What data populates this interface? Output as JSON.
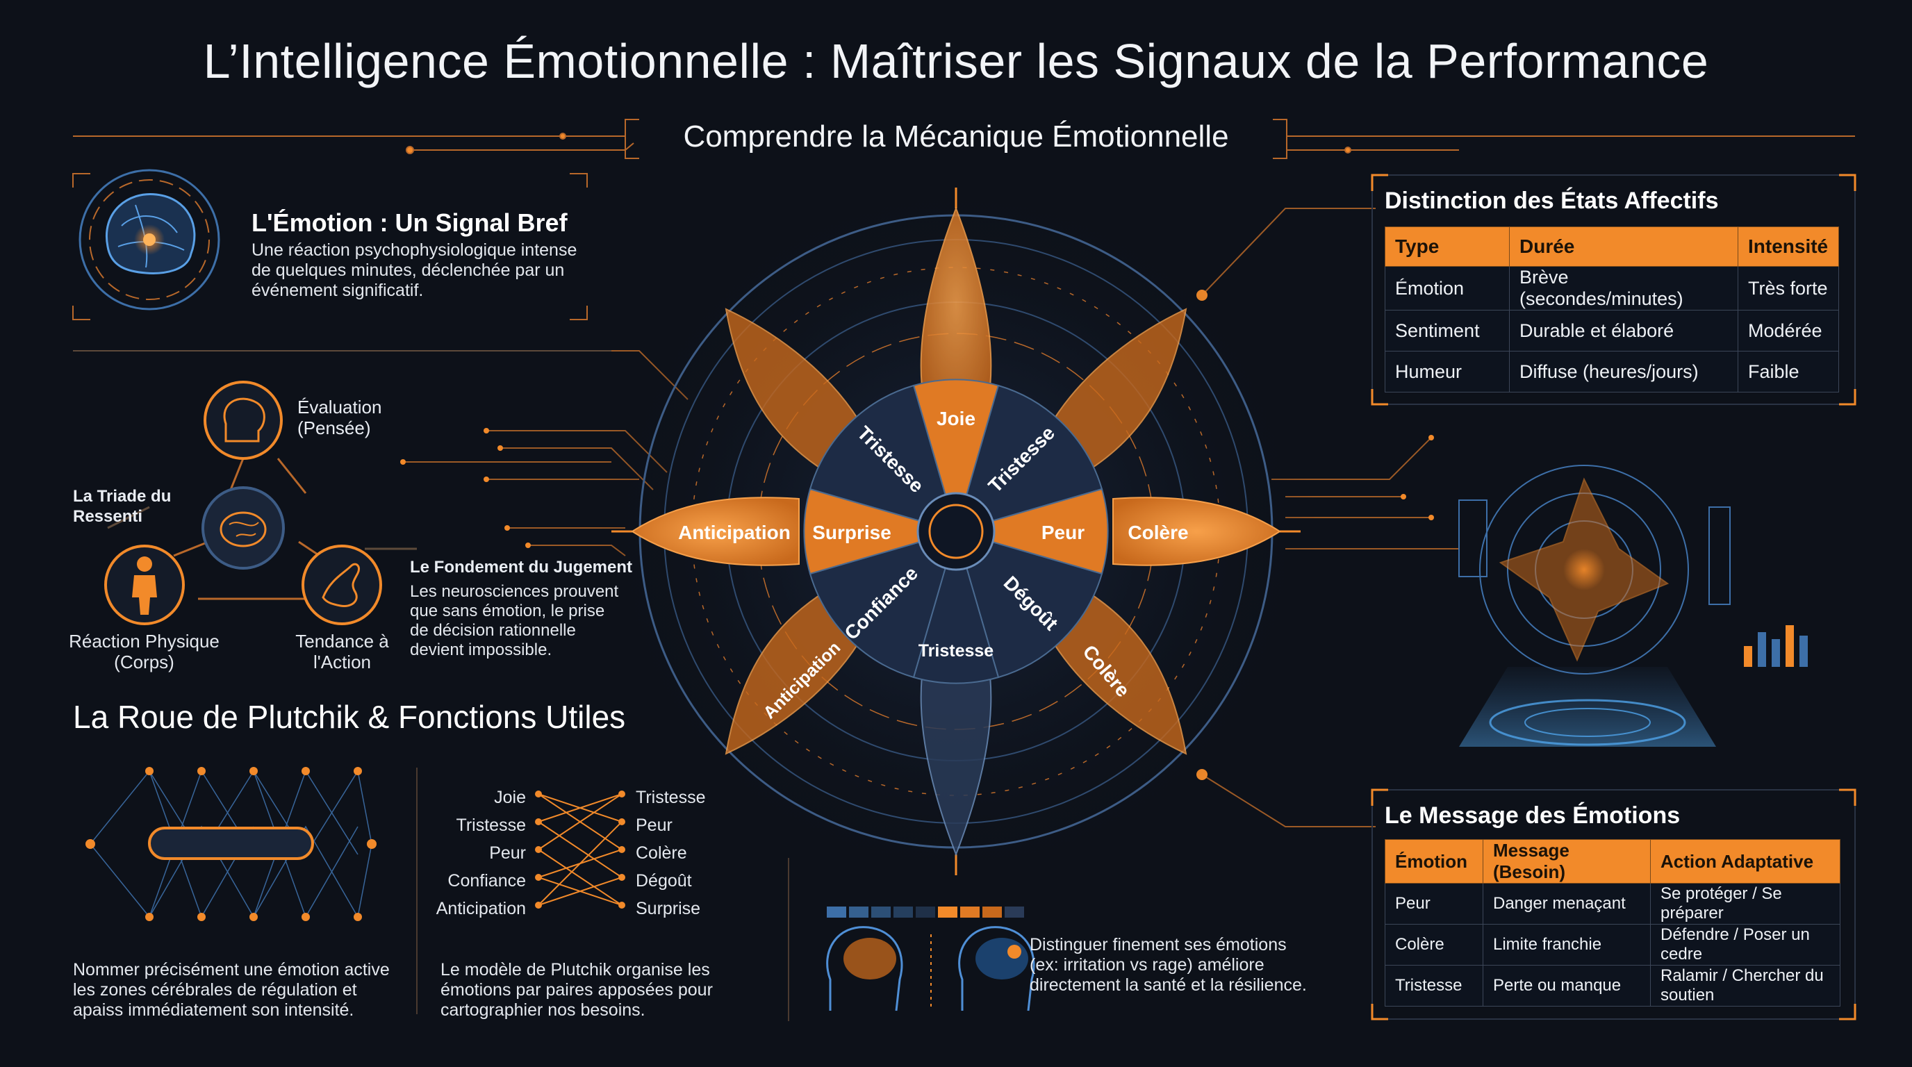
{
  "header": {
    "title": "L’Intelligence Émotionnelle : Maîtriser les Signaux de la Performance",
    "subtitle": "Comprendre la Mécanique Émotionnelle"
  },
  "emotion_signal": {
    "title": "L'Émotion : Un Signal Bref",
    "text_lines": [
      "Une réaction psychophysiologique intense",
      "de quelques minutes, déclenchée par un",
      "événement significatif."
    ]
  },
  "triad": {
    "title_lines": [
      "La Triade du",
      "Ressenti"
    ],
    "evaluation_lines": [
      "Évaluation",
      "(Pensée)"
    ],
    "physical_lines": [
      "Réaction Physique",
      "(Corps)"
    ],
    "tendency_lines": [
      "Tendance à",
      "l'Action"
    ]
  },
  "judgment": {
    "title": "Le Fondement du Jugement",
    "text_lines": [
      "Les neurosciences prouvent",
      "que sans émotion, le prise",
      "de décision rationnelle",
      "devient impossible."
    ]
  },
  "plutchik_section": {
    "title": "La Roue de Plutchik & Fonctions Utiles",
    "naming_lines": [
      "Nommer précisément une émotion active",
      "les zones cérébrales de régulation et",
      "apaiss immédiatement son intensité."
    ],
    "model_lines": [
      "Le modèle de Plutchik organise les",
      "émotions par paires apposées pour",
      "cartographier nos besoins."
    ],
    "pairs_left": [
      "Joie",
      "Tristesse",
      "Peur",
      "Confiance",
      "Anticipation"
    ],
    "pairs_right": [
      "Tristesse",
      "Peur",
      "Colère",
      "Dégoût",
      "Surprise"
    ]
  },
  "wheel": {
    "inner_labels": [
      "Joie",
      "Tristesse",
      "Peur",
      "Dégoût",
      "Tristesse",
      "Confiance",
      "Surprise",
      "Tristesse"
    ],
    "outer_labels": [
      "Colère",
      "Colère",
      "Anticipation",
      "Anticipation"
    ],
    "colors": {
      "orange": "#f28a2a",
      "dark_blue": "#1d2b45",
      "ring": "#4a6a90"
    }
  },
  "distinguish": {
    "text_lines": [
      "Distinguer finement ses émotions",
      "(ex: irritation vs rage) améliore",
      "directement la santé et la résilience."
    ]
  },
  "states_table": {
    "title": "Distinction des États Affectifs",
    "headers": [
      "Type",
      "Durée",
      "Intensité"
    ],
    "rows": [
      [
        "Émotion",
        "Brève (secondes/minutes)",
        "Très forte"
      ],
      [
        "Sentiment",
        "Durable et élaboré",
        "Modérée"
      ],
      [
        "Humeur",
        "Diffuse (heures/jours)",
        "Faible"
      ]
    ]
  },
  "message_table": {
    "title": "Le Message des Émotions",
    "headers": [
      "Émotion",
      "Message (Besoin)",
      "Action Adaptative"
    ],
    "rows": [
      [
        "Peur",
        "Danger menaçant",
        "Se protéger / Se préparer"
      ],
      [
        "Colère",
        "Limite franchie",
        "Défendre / Poser un cedre"
      ],
      [
        "Tristesse",
        "Perte ou manque",
        "Ralamir / Chercher du soutien"
      ]
    ]
  },
  "theme": {
    "accent": "#f28a2a",
    "background": "#0d1119",
    "line": "#c8732a"
  }
}
